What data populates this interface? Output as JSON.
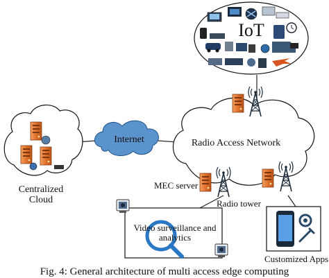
{
  "labels": {
    "iot": "IoT",
    "internet": "Internet",
    "radio_access_network": "Radio Access Network",
    "centralized_cloud": "Centralized\nCloud",
    "mec_server": "MEC server",
    "radio_tower": "Radio tower",
    "video_surveillance": "Video surveillance and\nanalytics",
    "customized_apps": "Customized Apps"
  },
  "caption": "Fig. 4: General architecture of multi access edge computing",
  "colors": {
    "cloud_fill": "#ffffff",
    "internet_fill": "#5b93cc",
    "server_orange": "#e07a2e",
    "tower_dark": "#1a2a3a",
    "magnifier_blue": "#2a78c5"
  }
}
